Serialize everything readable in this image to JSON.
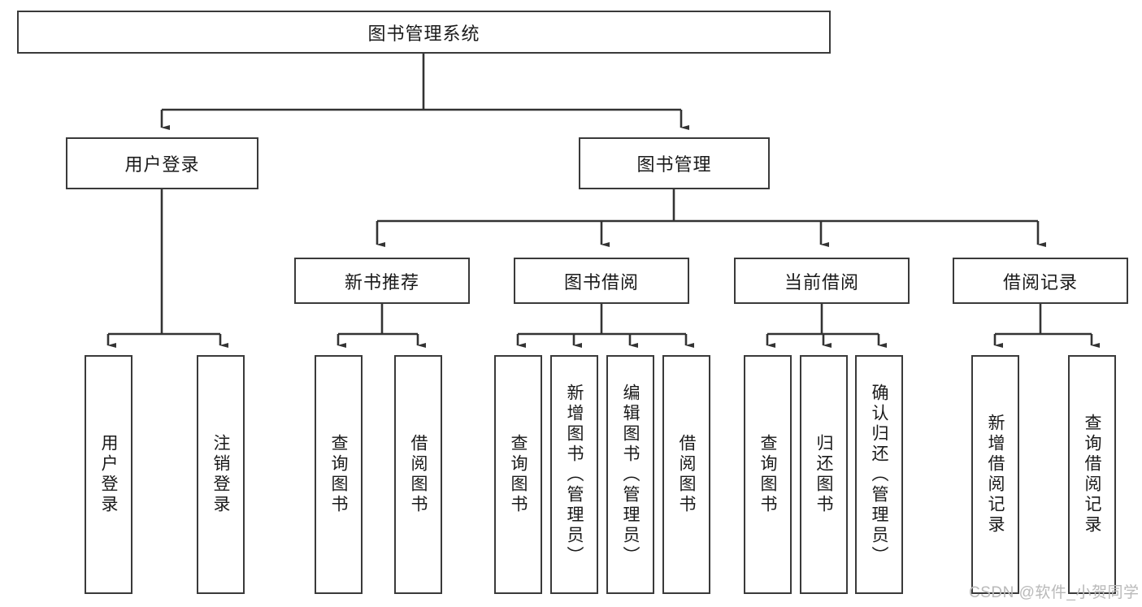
{
  "diagram": {
    "type": "tree",
    "title": "图书管理系统",
    "root": {
      "label": "图书管理系统"
    },
    "level2": [
      {
        "label": "用户登录"
      },
      {
        "label": "图书管理"
      }
    ],
    "level3": [
      {
        "label": "新书推荐"
      },
      {
        "label": "图书借阅"
      },
      {
        "label": "当前借阅"
      },
      {
        "label": "借阅记录"
      }
    ],
    "leaves": {
      "user_login": [
        {
          "label": "用户登录"
        },
        {
          "label": "注销登录"
        }
      ],
      "new_book_recommend": [
        {
          "label": "查询图书"
        },
        {
          "label": "借阅图书"
        }
      ],
      "book_borrow": [
        {
          "label": "查询图书"
        },
        {
          "label": "新增图书（管理员）"
        },
        {
          "label": "编辑图书（管理员）"
        },
        {
          "label": "借阅图书"
        }
      ],
      "current_borrow": [
        {
          "label": "查询图书"
        },
        {
          "label": "归还图书"
        },
        {
          "label": "确认归还（管理员）"
        }
      ],
      "borrow_record": [
        {
          "label": "新增借阅记录"
        },
        {
          "label": "查询借阅记录"
        }
      ]
    }
  },
  "watermark": {
    "text": "CSDN @软件_小贺同学"
  },
  "colors": {
    "border": "#3a3a3a",
    "line": "#333333",
    "text": "#1a1a1a",
    "background": "#ffffff",
    "watermark": "#b9b9b9"
  }
}
